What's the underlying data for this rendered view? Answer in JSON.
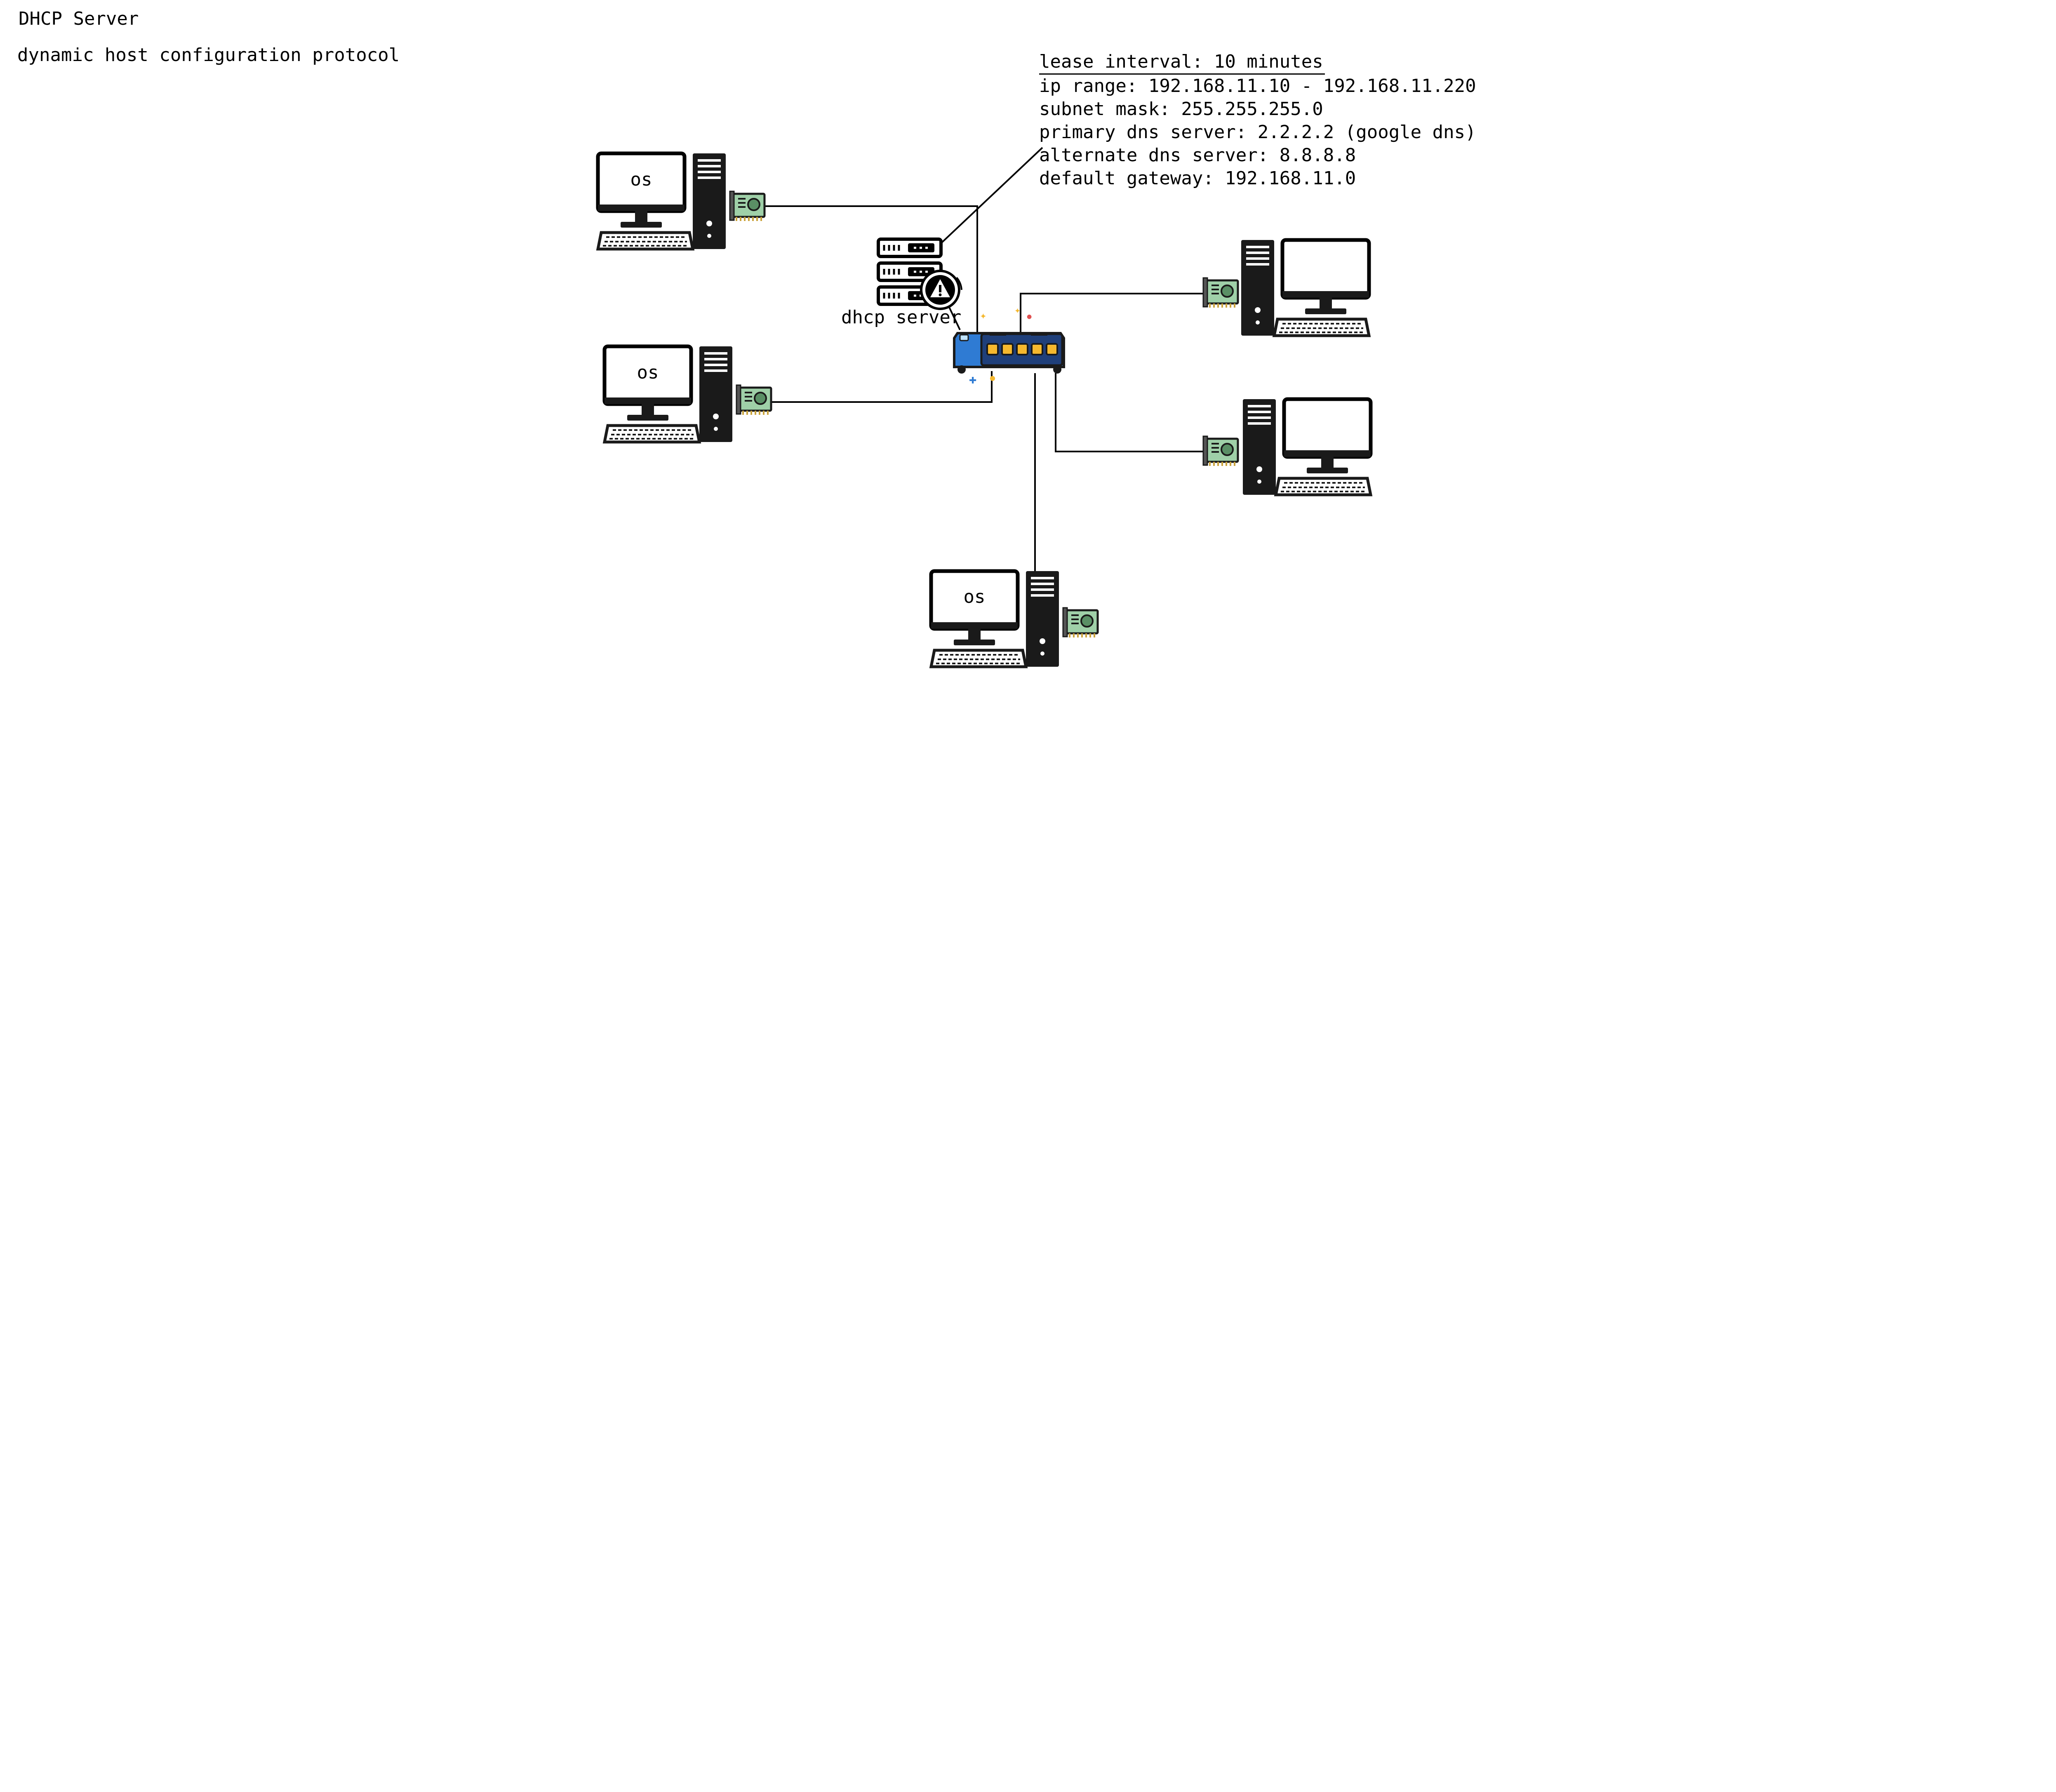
{
  "title": "DHCP Server",
  "subtitle": "dynamic host configuration protocol",
  "dhcp_server": {
    "label": "dhcp server"
  },
  "config": {
    "lease_interval": "lease interval: 10 minutes",
    "lines": [
      "ip range: 192.168.11.10 - 192.168.11.220",
      "subnet mask: 255.255.255.0",
      "primary dns server: 2.2.2.2 (google dns)",
      "alternate dns server: 8.8.8.8",
      "default gateway: 192.168.11.0"
    ]
  },
  "computers": [
    {
      "screen_text": "os"
    },
    {
      "screen_text": "os"
    },
    {
      "screen_text": "os"
    },
    {
      "screen_text": ""
    },
    {
      "screen_text": ""
    }
  ],
  "colors": {
    "switch_body": "#2b6cb8",
    "switch_dark": "#1f3f7a",
    "switch_port": "#f5b82e",
    "nic_board": "#8fc49a",
    "line": "#000000"
  }
}
